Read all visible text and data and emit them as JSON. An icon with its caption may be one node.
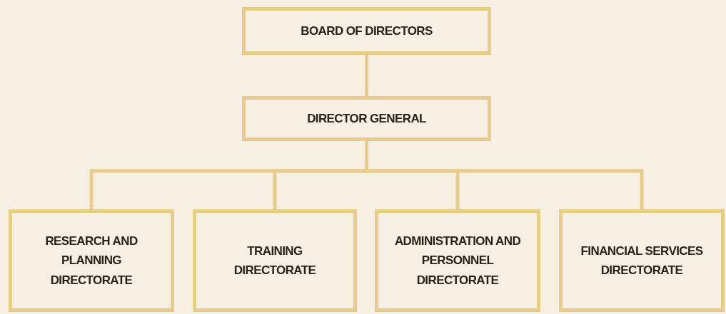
{
  "diagram": {
    "nodes": [
      {
        "text": [
          "BOARD OF DIRECTORS"
        ]
      },
      {
        "text": [
          "DIRECTOR GENERAL"
        ]
      },
      {
        "text": [
          "RESEARCH AND PLANNING DIRECTORATE"
        ]
      },
      {
        "text": [
          "TRAINING DIRECTORATE"
        ]
      },
      {
        "text": [
          "ADMINISTRATION AND PERSONNEL DIRECTORATE"
        ]
      },
      {
        "text": [
          "FINANCIAL SERVICES DIRECTORATE"
        ]
      }
    ],
    "edges": [
      {
        "from": 0,
        "to": 1,
        "arrow": "none"
      },
      {
        "from": 1,
        "to": 2,
        "arrow": "none"
      },
      {
        "from": 1,
        "to": 3,
        "arrow": "none"
      },
      {
        "from": 1,
        "to": 4,
        "arrow": "none"
      },
      {
        "from": 1,
        "to": 5,
        "arrow": "none"
      }
    ]
  }
}
